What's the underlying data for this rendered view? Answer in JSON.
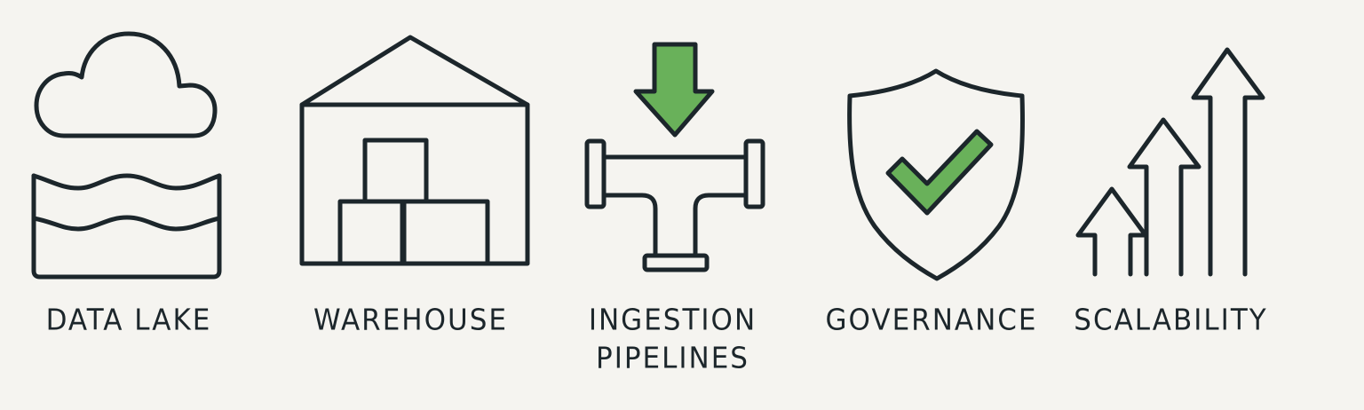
{
  "colors": {
    "background": "#f5f4f0",
    "stroke": "#1c262b",
    "accent_green": "#69b15a"
  },
  "items": [
    {
      "id": "data-lake",
      "label": "DATA LAKE",
      "icon": "cloud-over-water-icon"
    },
    {
      "id": "warehouse",
      "label": "WAREHOUSE",
      "icon": "warehouse-boxes-icon"
    },
    {
      "id": "ingestion-pipelines",
      "label_line1": "INGESTION",
      "label_line2": "PIPELINES",
      "icon": "pipe-tee-down-arrow-icon"
    },
    {
      "id": "governance",
      "label": "GOVERNANCE",
      "icon": "shield-check-icon"
    },
    {
      "id": "scalability",
      "label": "SCALABILITY",
      "icon": "ascending-arrows-icon"
    }
  ]
}
